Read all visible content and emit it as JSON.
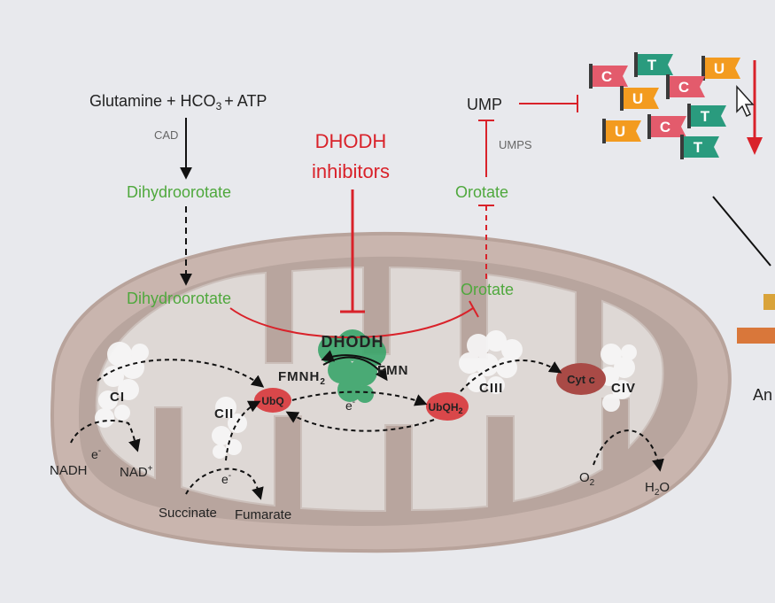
{
  "colors": {
    "background": "#e8e9ed",
    "mito_outer": "#c9b5ae",
    "mito_inner": "#b29f98",
    "matrix": "#ded8d5",
    "complex": "#f7f7f7",
    "dhodh": "#3aa66b",
    "ubq": "#d9474a",
    "cytc": "#a94a46",
    "inhibitor_red": "#d9222a",
    "metabolite_green": "#4fa83d",
    "nuc_C": "#e35b6c",
    "nuc_U": "#f39b1f",
    "nuc_T": "#2a9b7e"
  },
  "pathway": {
    "substrates": "Glutamine + HCO",
    "substrates_sub": "3",
    "substrates_tail": "+ ATP",
    "enzyme_cad": "CAD",
    "dihydroorotate_cyto": "Dihydroorotate",
    "dihydroorotate_mito": "Dihydroorotate",
    "ump": "UMP",
    "enzyme_umps": "UMPS",
    "orotate_cyto": "Orotate",
    "orotate_mito": "Orotate"
  },
  "inhibitor": {
    "line1": "DHODH",
    "line2": "inhibitors"
  },
  "mito": {
    "dhodh": "DHODH",
    "fmnh": "FMNH",
    "fmnh_sub": "2",
    "fmn": "FMN",
    "electron_dhodh": "e",
    "ci": "CI",
    "cii": "CII",
    "ciii": "CIII",
    "civ": "CIV",
    "ubq": "UbQ",
    "ubqh": "UbQH",
    "ubqh_sub": "2",
    "cytc": "Cyt c",
    "nadh": "NADH",
    "nad": "NAD",
    "nad_sup": "+",
    "electron_ci": "e",
    "electron_cii": "e",
    "succinate": "Succinate",
    "fumarate": "Fumarate",
    "o2": "O",
    "o2_sub": "2",
    "h2o_h": "H",
    "h2o_sub": "2",
    "h2o_o": "O",
    "electron_sup": "-"
  },
  "nucleotides": [
    {
      "letter": "C",
      "color": "C"
    },
    {
      "letter": "T",
      "color": "T"
    },
    {
      "letter": "U",
      "color": "U"
    },
    {
      "letter": "U",
      "color": "U"
    },
    {
      "letter": "C",
      "color": "C"
    },
    {
      "letter": "T",
      "color": "T"
    },
    {
      "letter": "U",
      "color": "U"
    },
    {
      "letter": "C",
      "color": "C"
    },
    {
      "letter": "T",
      "color": "T"
    }
  ],
  "cropped_right": {
    "text": "An"
  }
}
